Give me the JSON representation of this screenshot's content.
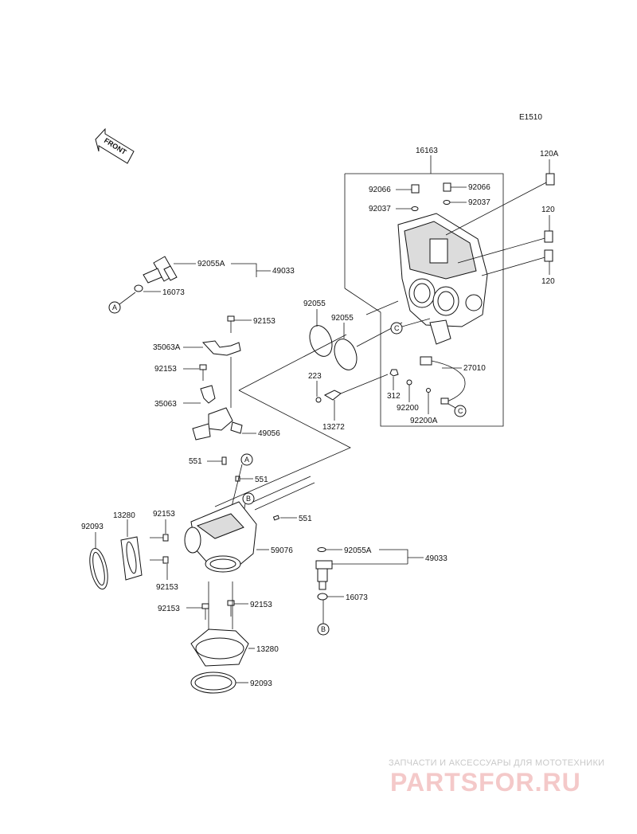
{
  "diagram_code": "E1510",
  "front_label": "FRONT",
  "parts": {
    "p16163": "16163",
    "p120A": "120A",
    "p120_upper": "120",
    "p120_lower": "120",
    "p92066_left": "92066",
    "p92066_right": "92066",
    "p92037_left": "92037",
    "p92037_right": "92037",
    "p92055A_top": "92055A",
    "p49033_top": "49033",
    "p16073_top": "16073",
    "p92055_left": "92055",
    "p92055_right": "92055",
    "p92153_a": "92153",
    "p35063A": "35063A",
    "p92153_b": "92153",
    "p35063": "35063",
    "p49056": "49056",
    "p223": "223",
    "p13272": "13272",
    "p312": "312",
    "p92200": "92200",
    "p92200A": "92200A",
    "p27010": "27010",
    "p551_a": "551",
    "p551_b": "551",
    "p551_c": "551",
    "p92093_left": "92093",
    "p13280_left": "13280",
    "p92153_c": "92153",
    "p59076": "59076",
    "p92153_d": "92153",
    "p92153_e": "92153",
    "p92153_f": "92153",
    "p13280_bottom": "13280",
    "p92093_bottom": "92093",
    "p92055A_bottom": "92055A",
    "p49033_bottom": "49033",
    "p16073_bottom": "16073"
  },
  "callouts": {
    "A_left": "A",
    "A_mid": "A",
    "B_mid": "B",
    "B_bottom": "B",
    "C_upper": "C",
    "C_lower": "C"
  },
  "watermark": {
    "tagline": "ЗАПЧАСТИ И АКСЕССУАРЫ ДЛЯ МОТОТЕХНИКИ",
    "logo": "PARTSFOR.RU"
  }
}
